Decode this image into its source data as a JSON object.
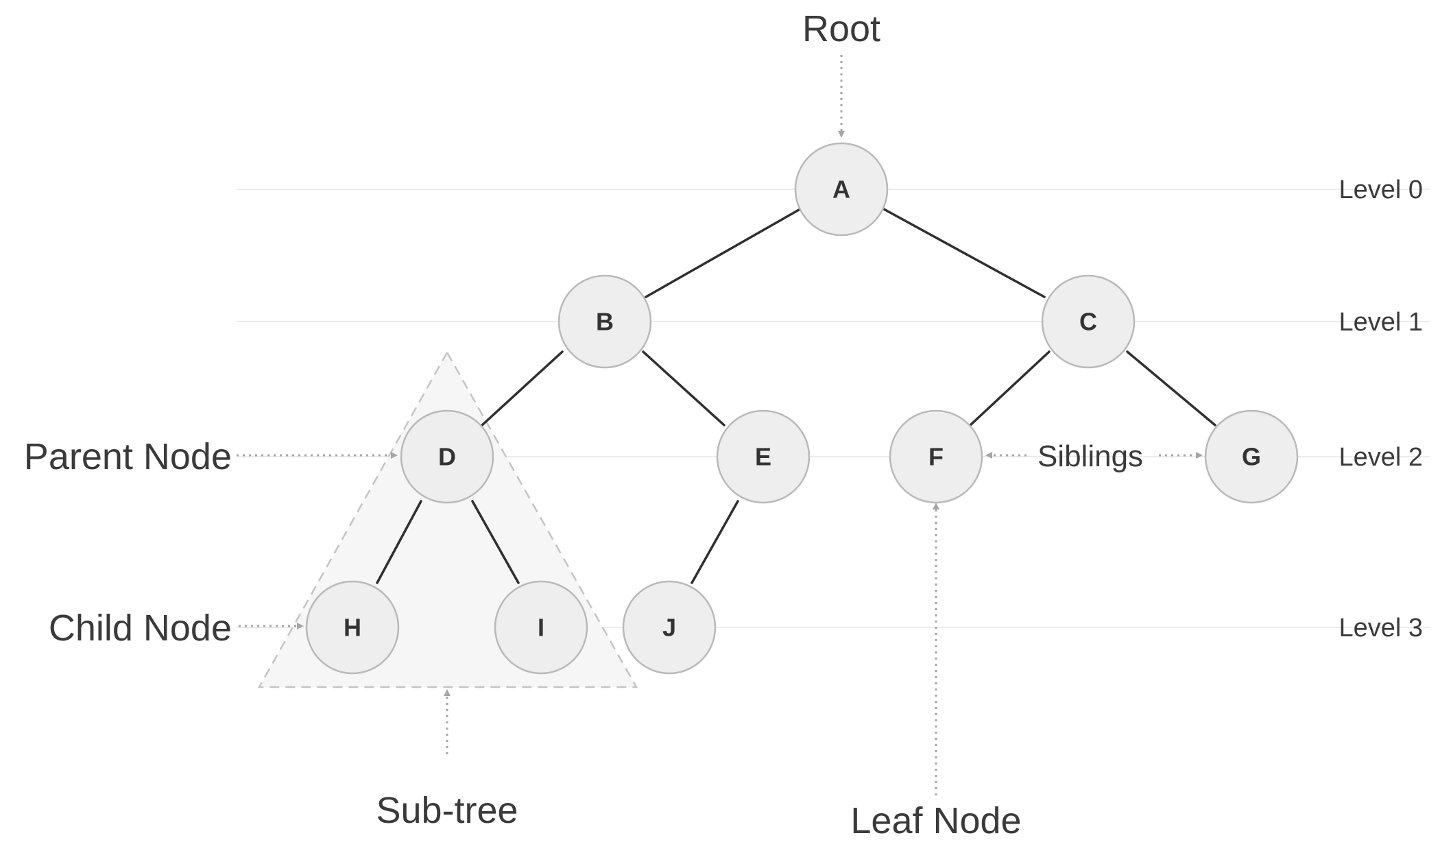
{
  "nodes": {
    "A": "A",
    "B": "B",
    "C": "C",
    "D": "D",
    "E": "E",
    "F": "F",
    "G": "G",
    "H": "H",
    "I": "I",
    "J": "J"
  },
  "levels": [
    "Level 0",
    "Level 1",
    "Level 2",
    "Level 3"
  ],
  "annotations": {
    "root": "Root",
    "parent_node": "Parent Node",
    "child_node": "Child Node",
    "siblings": "Siblings",
    "sub_tree": "Sub-tree",
    "leaf_node": "Leaf Node"
  },
  "colors": {
    "node_fill": "#eeeeee",
    "node_stroke": "#b9b9b9",
    "edge": "#2f2f2f",
    "annotation_arrow": "#a6a6a6",
    "text": "#3a3a3a"
  }
}
